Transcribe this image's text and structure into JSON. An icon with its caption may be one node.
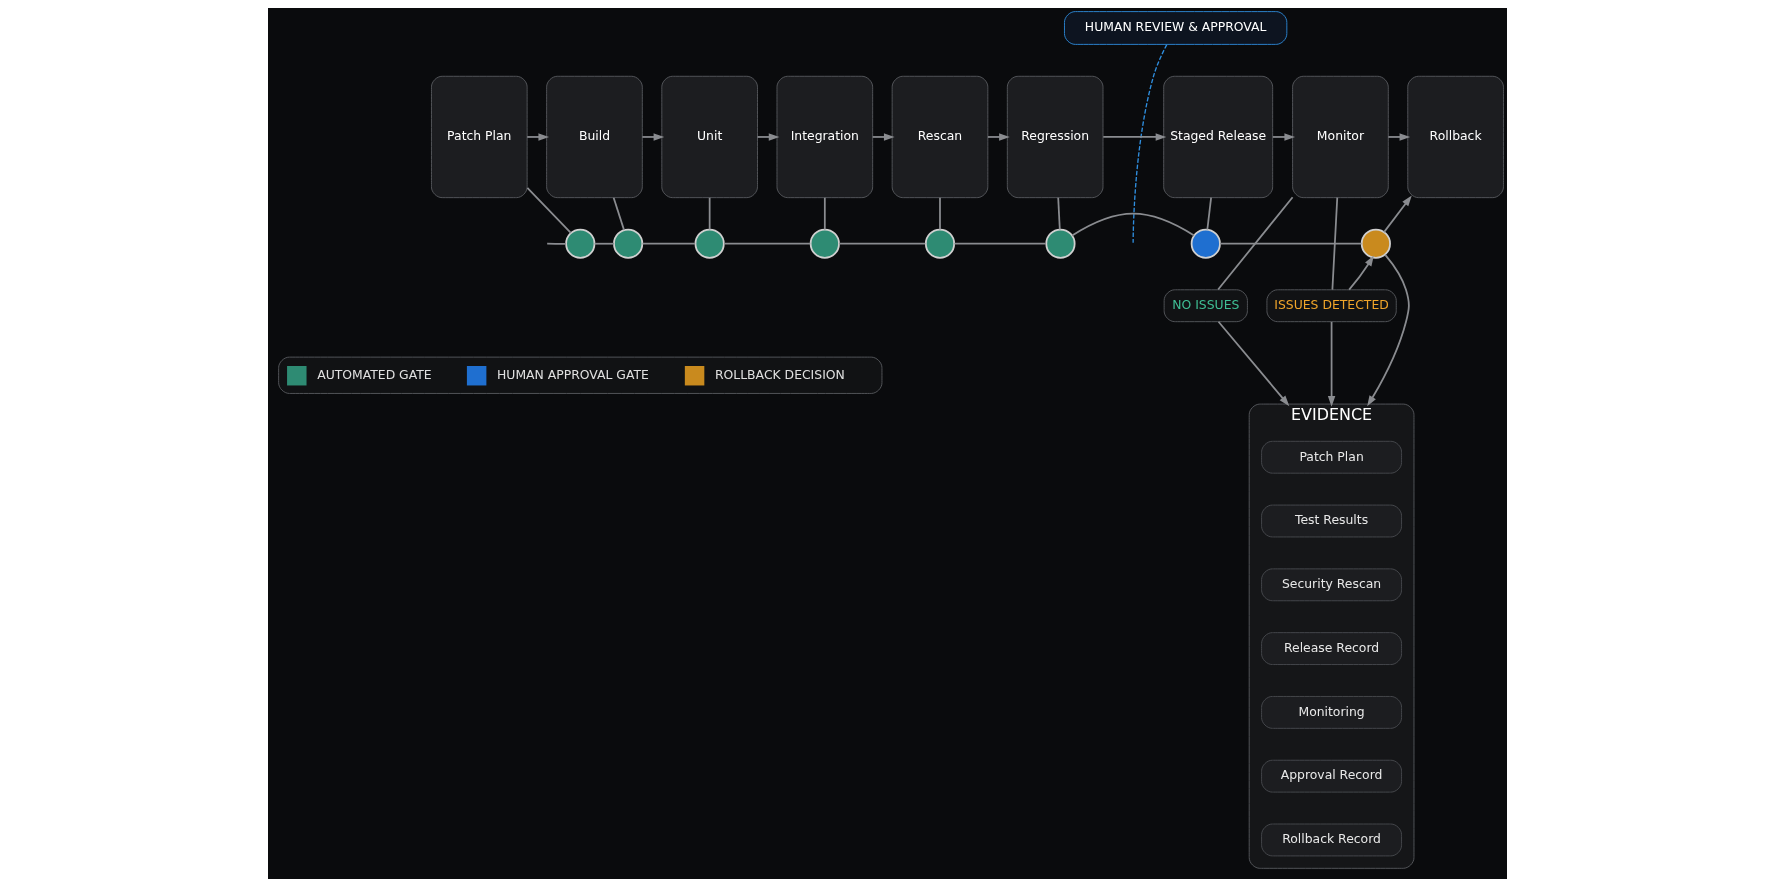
{
  "diagram": {
    "nodes": [
      {
        "text": [
          "HUMAN REVIEW & APPROVAL"
        ]
      },
      {
        "text": [
          "Patch Plan"
        ]
      },
      {
        "text": [
          "Build"
        ]
      },
      {
        "text": [
          "Unit"
        ]
      },
      {
        "text": [
          "Integration"
        ]
      },
      {
        "text": [
          "Rescan"
        ]
      },
      {
        "text": [
          "Regression"
        ]
      },
      {
        "text": [
          "Staged Release"
        ]
      },
      {
        "text": [
          "Monitor"
        ]
      },
      {
        "text": [
          "Rollback"
        ]
      },
      {
        "text": [
          "EVIDENCE"
        ]
      },
      {
        "text": [
          "Patch Plan"
        ],
        "in": 10
      },
      {
        "text": [
          "Test Results"
        ],
        "in": 10
      },
      {
        "text": [
          "Security Rescan"
        ],
        "in": 10
      },
      {
        "text": [
          "Release Record"
        ],
        "in": 10
      },
      {
        "text": [
          "Monitoring"
        ],
        "in": 10
      },
      {
        "text": [
          "Approval Record"
        ],
        "in": 10
      },
      {
        "text": [
          "Rollback Record"
        ],
        "in": 10
      },
      {
        "text": [
          "NO ISSUES"
        ]
      },
      {
        "text": [
          "ISSUES DETECTED"
        ]
      },
      {
        "text": [],
        "shape": "circle"
      },
      {
        "text": [],
        "shape": "circle"
      },
      {
        "text": [],
        "shape": "circle"
      },
      {
        "text": [],
        "shape": "circle"
      },
      {
        "text": [],
        "shape": "circle"
      },
      {
        "text": [],
        "shape": "circle"
      },
      {
        "text": [],
        "shape": "circle"
      },
      {
        "text": [],
        "shape": "circle"
      }
    ],
    "edges": [
      {
        "from": 1,
        "to": 2,
        "arrow": "to"
      },
      {
        "from": 2,
        "to": 3,
        "arrow": "to"
      },
      {
        "from": 3,
        "to": 4,
        "arrow": "to"
      },
      {
        "from": 4,
        "to": 5,
        "arrow": "to"
      },
      {
        "from": 5,
        "to": 6,
        "arrow": "to"
      },
      {
        "from": 6,
        "to": 7,
        "arrow": "to"
      },
      {
        "from": 7,
        "to": 8,
        "arrow": "to"
      },
      {
        "from": 8,
        "to": 9,
        "arrow": "to"
      },
      {
        "from": 1,
        "to": 20,
        "arrow": "none"
      },
      {
        "from": 2,
        "to": 21,
        "arrow": "none"
      },
      {
        "from": 3,
        "to": 22,
        "arrow": "none"
      },
      {
        "from": 4,
        "to": 23,
        "arrow": "none"
      },
      {
        "from": 5,
        "to": 24,
        "arrow": "none"
      },
      {
        "from": 6,
        "to": 25,
        "arrow": "none"
      },
      {
        "from": 7,
        "to": 26,
        "arrow": "none"
      },
      {
        "from": null,
        "to": 20,
        "arrow": "none"
      },
      {
        "from": 20,
        "to": 21,
        "arrow": "none"
      },
      {
        "from": 21,
        "to": 22,
        "arrow": "none"
      },
      {
        "from": 22,
        "to": 23,
        "arrow": "none"
      },
      {
        "from": 23,
        "to": 24,
        "arrow": "none"
      },
      {
        "from": 24,
        "to": 25,
        "arrow": "none"
      },
      {
        "from": 25,
        "to": 26,
        "arrow": "none"
      },
      {
        "from": 26,
        "to": 27,
        "arrow": "none"
      },
      {
        "from": 27,
        "to": 10,
        "arrow": "to"
      },
      {
        "from": 27,
        "to": 9,
        "arrow": "to"
      },
      {
        "from": 0,
        "to": null,
        "arrow": "none",
        "style": "dashed",
        "color": "#2f8fe0"
      },
      {
        "from": 8,
        "to": 18,
        "arrow": "none"
      },
      {
        "from": 8,
        "to": 19,
        "arrow": "none"
      },
      {
        "from": 19,
        "to": 27,
        "arrow": "to"
      },
      {
        "from": 18,
        "to": 10,
        "arrow": "to"
      },
      {
        "from": 19,
        "to": 10,
        "arrow": "to"
      }
    ],
    "legend": [
      {
        "text": "AUTOMATED GATE",
        "color": "#2e8b73"
      },
      {
        "text": "HUMAN APPROVAL GATE",
        "color": "#1f6fd0"
      },
      {
        "text": "ROLLBACK DECISION",
        "color": "#c98a1e"
      }
    ]
  }
}
